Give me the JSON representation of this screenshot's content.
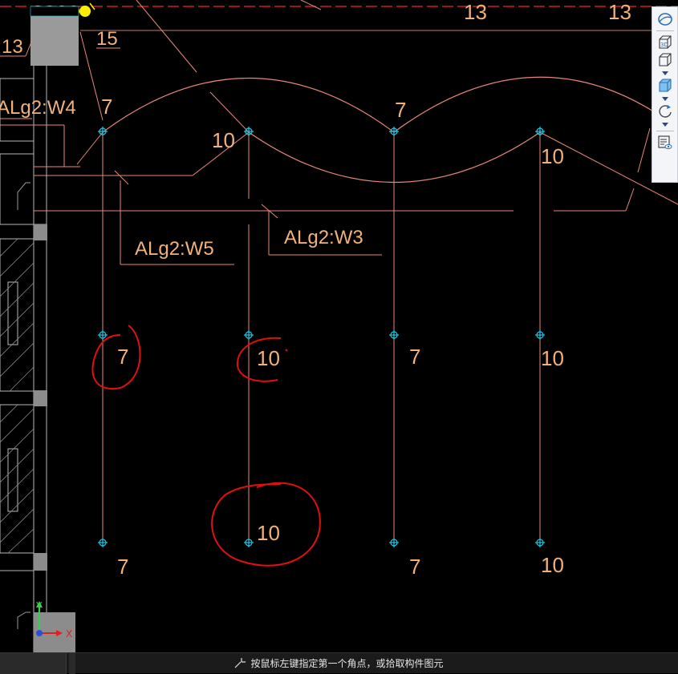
{
  "toolbar": {
    "items": [
      {
        "name": "orbit-icon"
      },
      {
        "name": "3d-view-icon",
        "label": "3D"
      },
      {
        "name": "box-view-icon"
      },
      {
        "name": "solid-box-icon"
      },
      {
        "name": "rotate-icon"
      },
      {
        "name": "properties-view-icon"
      }
    ]
  },
  "drawing": {
    "top_labels": [
      "13",
      "13"
    ],
    "left_labels": [
      "13",
      "15"
    ],
    "wall_labels": [
      "ALg2:W4",
      "ALg2:W5",
      "ALg2:W3"
    ],
    "upper_numbers": [
      "7",
      "10",
      "7",
      "10"
    ],
    "middle_numbers": [
      "7",
      "10",
      "7",
      "10"
    ],
    "lower_numbers": [
      "7",
      "10",
      "7",
      "10"
    ]
  },
  "axis": {
    "y": "Y",
    "x": "X"
  },
  "status": {
    "message": "按鼠标左键指定第一个角点，或拾取构件图元"
  },
  "colors": {
    "background": "#000000",
    "line": "#e8887a",
    "text": "#f0b27a",
    "node": "#1ec8e6",
    "annotation": "#e01010"
  }
}
